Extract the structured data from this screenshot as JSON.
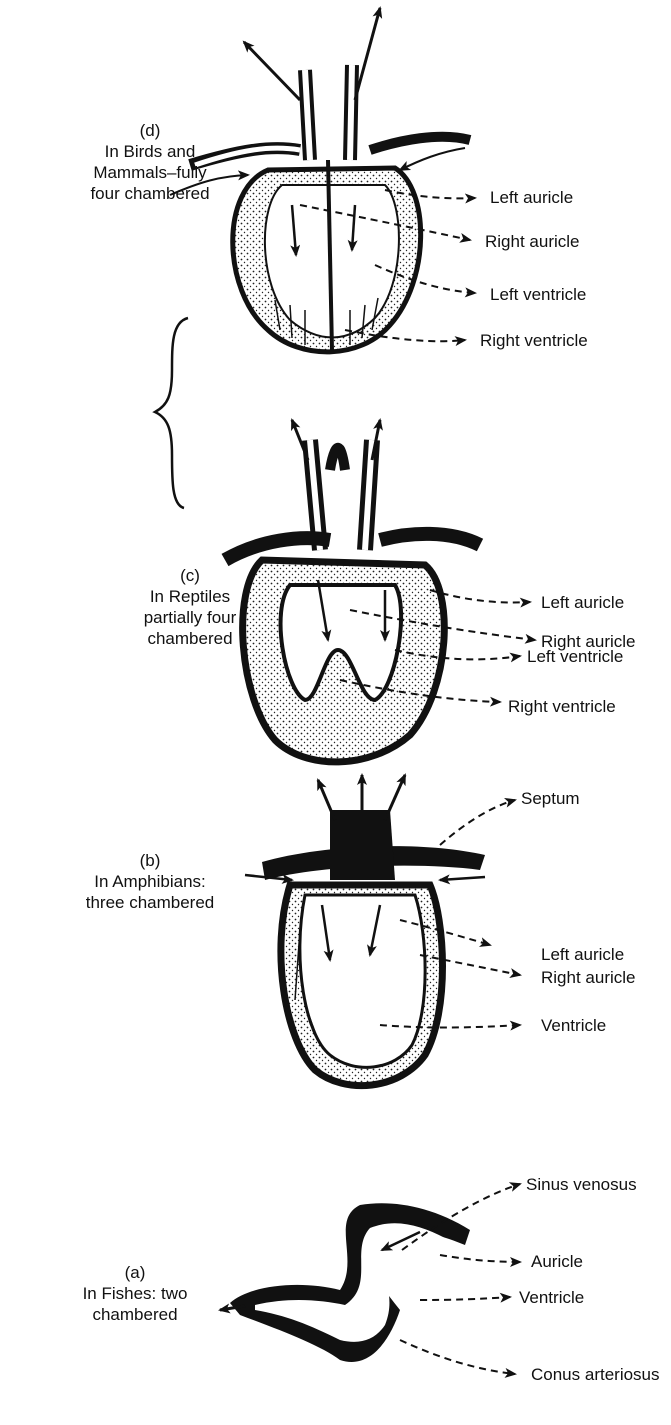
{
  "stages": {
    "d": {
      "caption": [
        "(d)",
        "In Birds and",
        "Mammals–fully",
        "four chambered"
      ],
      "labels": [
        "Left auricle",
        "Right auricle",
        "Left ventricle",
        "Right ventricle"
      ]
    },
    "c": {
      "caption": [
        "(c)",
        "In Reptiles",
        "partially four",
        "chambered"
      ],
      "labels": [
        "Left auricle",
        "Right auricle",
        "Left ventricle",
        "Right ventricle"
      ]
    },
    "b": {
      "caption": [
        "(b)",
        "In Amphibians:",
        "three chambered"
      ],
      "labels": [
        "Septum",
        "Left auricle",
        "Right auricle",
        "Ventricle"
      ]
    },
    "a": {
      "caption": [
        "(a)",
        "In Fishes: two",
        "chambered"
      ],
      "labels": [
        "Sinus venosus",
        "Auricle",
        "Ventricle",
        "Conus arteriosus"
      ]
    }
  },
  "colors": {
    "ink": "#111111",
    "background": "#ffffff"
  }
}
